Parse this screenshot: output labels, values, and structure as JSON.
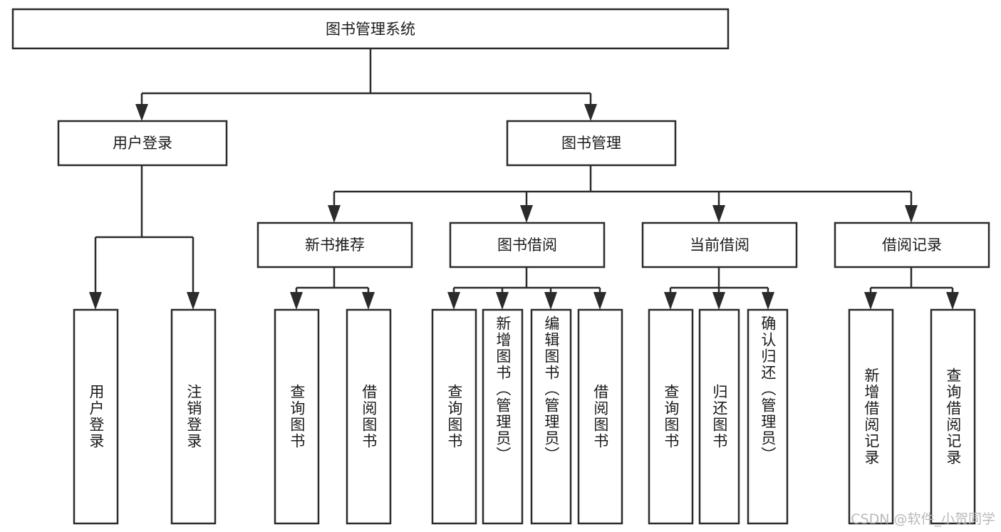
{
  "diagram": {
    "title": "图书管理系统",
    "type": "tree",
    "watermark": "CSDN @软件_小贺同学",
    "colors": {
      "box_stroke": "#2b2b2b",
      "box_fill": "#ffffff",
      "text": "#1a1a1a",
      "watermark": "#b9b9b9",
      "background": "#ffffff"
    },
    "levels": {
      "root": {
        "label": "图书管理系统"
      },
      "level2": [
        {
          "label": "用户登录"
        },
        {
          "label": "图书管理"
        }
      ],
      "level3": [
        {
          "label": "新书推荐"
        },
        {
          "label": "图书借阅"
        },
        {
          "label": "当前借阅"
        },
        {
          "label": "借阅记录"
        }
      ],
      "leaves": {
        "user_login": [
          {
            "label": "用户登录"
          },
          {
            "label": "注销登录"
          }
        ],
        "new_book_recommend": [
          {
            "label": "查询图书"
          },
          {
            "label": "借阅图书"
          }
        ],
        "book_borrow": [
          {
            "label": "查询图书"
          },
          {
            "label": "新增图书（管理员）"
          },
          {
            "label": "编辑图书（管理员）"
          },
          {
            "label": "借阅图书"
          }
        ],
        "current_borrow": [
          {
            "label": "查询图书"
          },
          {
            "label": "归还图书"
          },
          {
            "label": "确认归还（管理员）"
          }
        ],
        "borrow_record": [
          {
            "label": "新增借阅记录"
          },
          {
            "label": "查询借阅记录"
          }
        ]
      }
    }
  }
}
